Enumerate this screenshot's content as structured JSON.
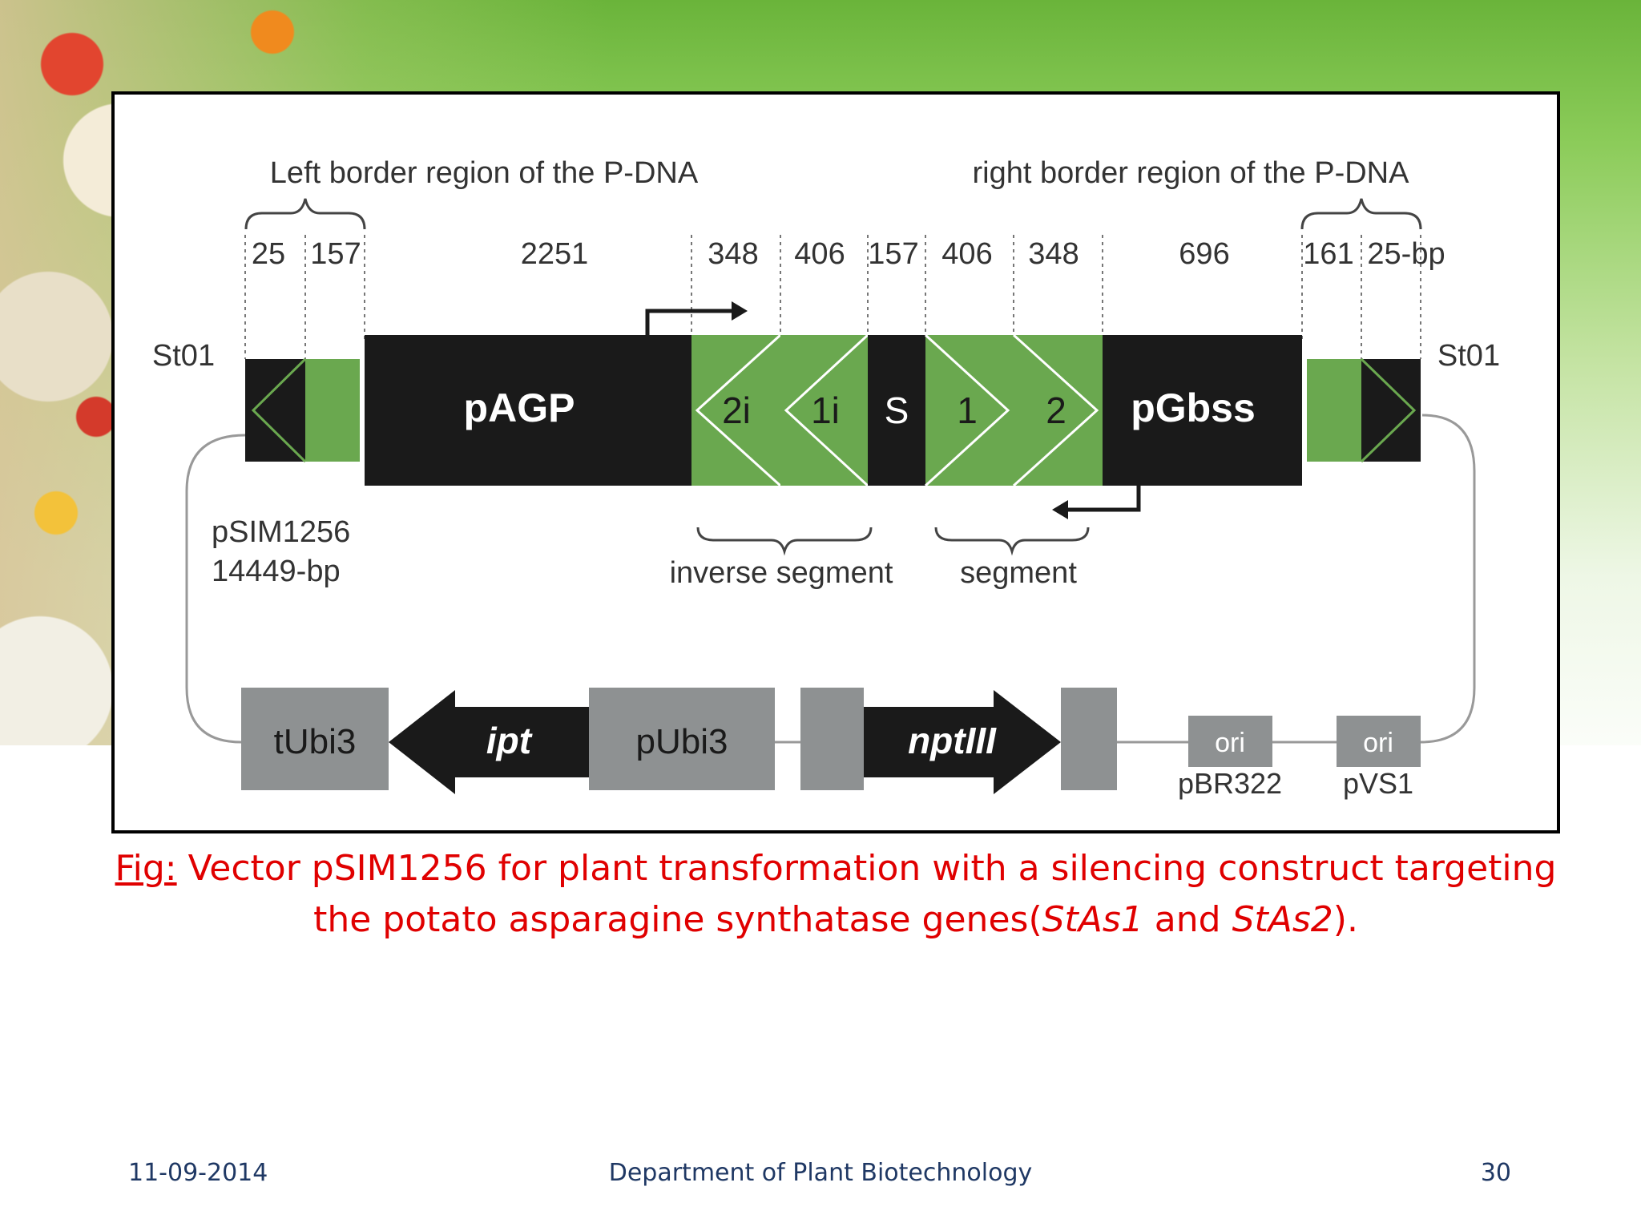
{
  "diagram": {
    "left_border_label": "Left border region of the P-DNA",
    "right_border_label": "right border region of the P-DNA",
    "bp_labels": [
      "25",
      "157",
      "2251",
      "348",
      "406",
      "157",
      "406",
      "348",
      "696",
      "161",
      "25-bp"
    ],
    "st01_left": "St01",
    "st01_right": "St01",
    "pagp": "pAGP",
    "seg_2i": "2i",
    "seg_1i": "1i",
    "seg_s": "S",
    "seg_1": "1",
    "seg_2": "2",
    "pgbss": "pGbss",
    "plasmid_name": "pSIM1256",
    "plasmid_size": "14449-bp",
    "inverse_segment": "inverse segment",
    "segment": "segment",
    "tubi3": "tUbi3",
    "ipt": "ipt",
    "pubi3": "pUbi3",
    "nptiii": "nptIII",
    "ori1": "ori",
    "ori1_label": "pBR322",
    "ori2": "ori",
    "ori2_label": "pVS1",
    "colors": {
      "black": "#1a1a1a",
      "green": "#6aa84f",
      "gray": "#8e9192"
    }
  },
  "caption": {
    "fig": "Fig:",
    "part1": " Vector pSIM1256 for plant transformation with a silencing construct targeting the potato asparagine synthatase genes(",
    "gene1": "StAs1",
    "and": " and ",
    "gene2": "StAs2",
    "end": ")."
  },
  "footer": {
    "date": "11-09-2014",
    "department": "Department of Plant Biotechnology",
    "page": "30"
  }
}
